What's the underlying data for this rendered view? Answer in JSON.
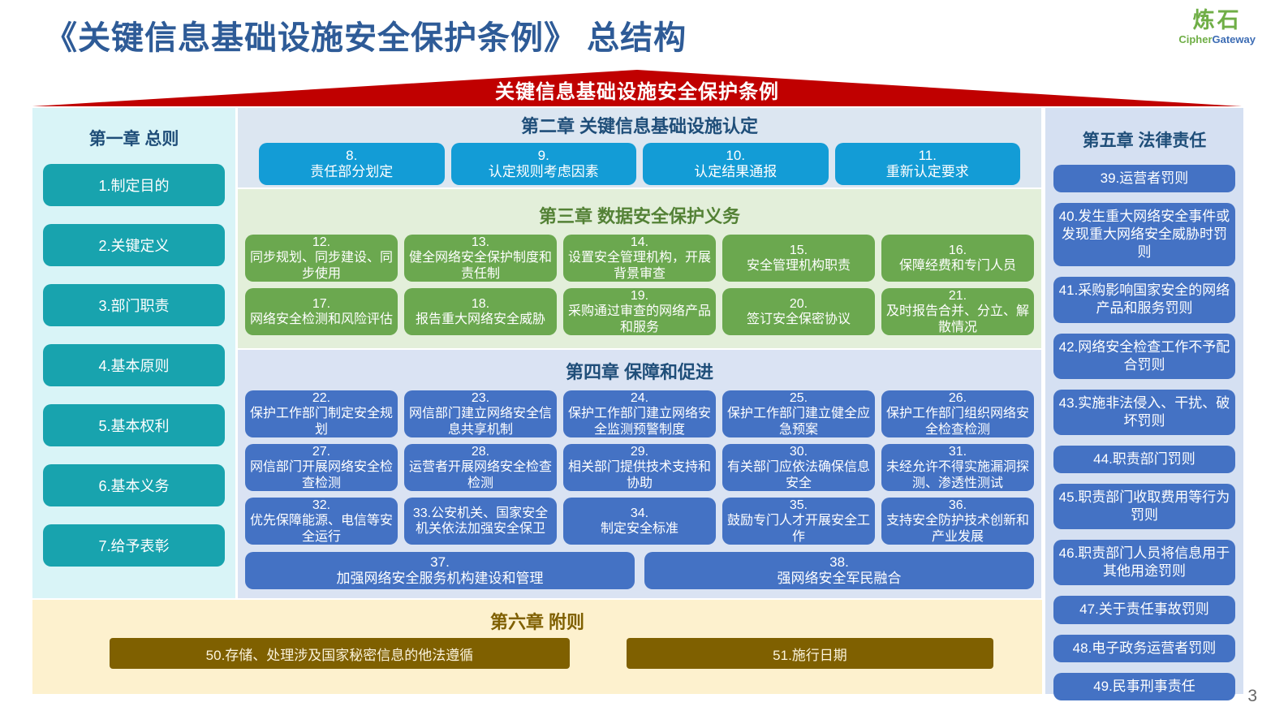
{
  "page": {
    "title": "《关键信息基础设施安全保护条例》 总结构",
    "page_number": "3"
  },
  "logo": {
    "name": "炼石",
    "sub_green": "Cipher",
    "sub_blue": "Gateway"
  },
  "banner": {
    "text": "关键信息基础设施安全保护条例"
  },
  "colors": {
    "banner_red": "#C00000",
    "title_blue": "#2E5B97",
    "chapter_header_blue": "#1F4E79",
    "ch1_box_teal": "#18A3AE",
    "ch1_bg": "#D9F4F7",
    "ch2_box_blue": "#139CD6",
    "ch2_bg": "#DCE6F1",
    "ch3_box_green": "#6BA84F",
    "ch3_bg": "#E3EFDA",
    "ch3_header_green": "#538135",
    "ch4_box_blue": "#4472C4",
    "ch4_bg": "#DAE3F3",
    "ch5_bg": "#D5E0F2",
    "ch6_box_gold": "#7F6000",
    "ch6_bg": "#FDF1CE",
    "logo_green": "#6FAE46",
    "logo_blue": "#3C6CB4"
  },
  "ch1": {
    "title": "第一章 总则",
    "items": [
      "1.制定目的",
      "2.关键定义",
      "3.部门职责",
      "4.基本原则",
      "5.基本权利",
      "6.基本义务",
      "7.给予表彰"
    ]
  },
  "ch2": {
    "title": "第二章 关键信息基础设施认定",
    "items": [
      {
        "num": "8.",
        "text": "责任部分划定"
      },
      {
        "num": "9.",
        "text": "认定规则考虑因素"
      },
      {
        "num": "10.",
        "text": "认定结果通报"
      },
      {
        "num": "11.",
        "text": "重新认定要求"
      }
    ]
  },
  "ch3": {
    "title": "第三章 数据安全保护义务",
    "items": [
      {
        "num": "12.",
        "text": "同步规划、同步建设、同步使用"
      },
      {
        "num": "13.",
        "text": "健全网络安全保护制度和责任制"
      },
      {
        "num": "14.",
        "text": "设置安全管理机构，开展背景审查"
      },
      {
        "num": "15.",
        "text": "安全管理机构职责"
      },
      {
        "num": "16.",
        "text": "保障经费和专门人员"
      },
      {
        "num": "17.",
        "text": "网络安全检测和风险评估"
      },
      {
        "num": "18.",
        "text": "报告重大网络安全威胁"
      },
      {
        "num": "19.",
        "text": "采购通过审查的网络产品和服务"
      },
      {
        "num": "20.",
        "text": "签订安全保密协议"
      },
      {
        "num": "21.",
        "text": "及时报告合并、分立、解散情况"
      }
    ]
  },
  "ch4": {
    "title": "第四章 保障和促进",
    "items": [
      {
        "num": "22.",
        "text": "保护工作部门制定安全规划"
      },
      {
        "num": "23.",
        "text": "网信部门建立网络安全信息共享机制"
      },
      {
        "num": "24.",
        "text": "保护工作部门建立网络安全监测预警制度"
      },
      {
        "num": "25.",
        "text": "保护工作部门建立健全应急预案"
      },
      {
        "num": "26.",
        "text": "保护工作部门组织网络安全检查检测"
      },
      {
        "num": "27.",
        "text": "网信部门开展网络安全检查检测"
      },
      {
        "num": "28.",
        "text": "运营者开展网络安全检查检测"
      },
      {
        "num": "29.",
        "text": "相关部门提供技术支持和协助"
      },
      {
        "num": "30.",
        "text": "有关部门应依法确保信息安全"
      },
      {
        "num": "31.",
        "text": "未经允许不得实施漏洞探测、渗透性测试"
      },
      {
        "num": "32.",
        "text": "优先保障能源、电信等安全运行"
      },
      {
        "num": "",
        "text": "33.公安机关、国家安全机关依法加强安全保卫"
      },
      {
        "num": "34.",
        "text": "制定安全标准"
      },
      {
        "num": "35.",
        "text": "鼓励专门人才开展安全工作"
      },
      {
        "num": "36.",
        "text": "支持安全防护技术创新和产业发展"
      }
    ],
    "wide": [
      {
        "num": "37.",
        "text": "加强网络安全服务机构建设和管理"
      },
      {
        "num": "38.",
        "text": "强网络安全军民融合"
      }
    ]
  },
  "ch5": {
    "title": "第五章 法律责任",
    "items": [
      "39.运营者罚则",
      "40.发生重大网络安全事件或发现重大网络安全威胁时罚则",
      "41.采购影响国家安全的网络产品和服务罚则",
      "42.网络安全检查工作不予配合罚则",
      "43.实施非法侵入、干扰、破坏罚则",
      "44.职责部门罚则",
      "45.职责部门收取费用等行为罚则",
      "46.职责部门人员将信息用于其他用途罚则",
      "47.关于责任事故罚则",
      "48.电子政务运营者罚则",
      "49.民事刑事责任"
    ]
  },
  "ch6": {
    "title": "第六章 附则",
    "items": [
      "50.存储、处理涉及国家秘密信息的他法遵循",
      "51.施行日期"
    ]
  }
}
